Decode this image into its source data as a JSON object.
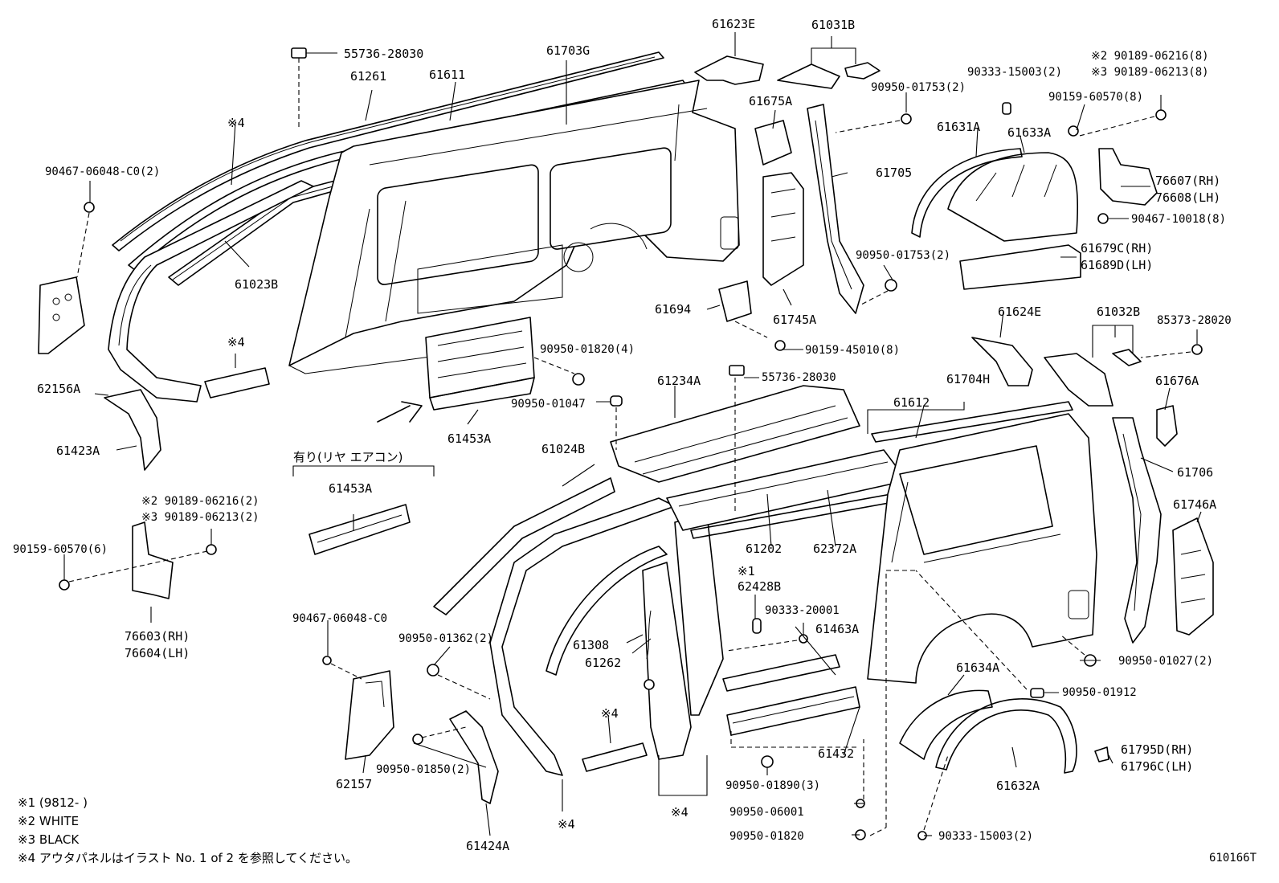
{
  "labels": [
    {
      "id": "55736-28030-top",
      "text": "55736-28030"
    },
    {
      "id": "61261",
      "text": "61261"
    },
    {
      "id": "61611",
      "text": "61611"
    },
    {
      "id": "61703G",
      "text": "61703G"
    },
    {
      "id": "61623E",
      "text": "61623E"
    },
    {
      "id": "61031B",
      "text": "61031B"
    },
    {
      "id": "90950-01753-2a",
      "text": "90950-01753(2)"
    },
    {
      "id": "90333-15003-2a",
      "text": "90333-15003(2)"
    },
    {
      "id": "90189-06216-8",
      "text": "※2 90189-06216(8)"
    },
    {
      "id": "90189-06213-8",
      "text": "※3 90189-06213(8)"
    },
    {
      "id": "90159-60570-8",
      "text": "90159-60570(8)"
    },
    {
      "id": "note4-a",
      "text": "※4"
    },
    {
      "id": "90467-06048-C0-2",
      "text": "90467-06048-C0(2)"
    },
    {
      "id": "61675A",
      "text": "61675A"
    },
    {
      "id": "61631A",
      "text": "61631A"
    },
    {
      "id": "61633A",
      "text": "61633A"
    },
    {
      "id": "61705",
      "text": "61705"
    },
    {
      "id": "76607",
      "text": "76607(RH)"
    },
    {
      "id": "76608",
      "text": "76608(LH)"
    },
    {
      "id": "90467-10018-8",
      "text": "90467-10018(8)"
    },
    {
      "id": "90950-01753-2b",
      "text": "90950-01753(2)"
    },
    {
      "id": "61679C",
      "text": "61679C(RH)"
    },
    {
      "id": "61689D",
      "text": "61689D(LH)"
    },
    {
      "id": "61023B",
      "text": "61023B"
    },
    {
      "id": "61694",
      "text": "61694"
    },
    {
      "id": "61745A",
      "text": "61745A"
    },
    {
      "id": "note4-b",
      "text": "※4"
    },
    {
      "id": "90950-01820-4",
      "text": "90950-01820(4)"
    },
    {
      "id": "90159-45010-8",
      "text": "90159-45010(8)"
    },
    {
      "id": "61624E",
      "text": "61624E"
    },
    {
      "id": "61032B",
      "text": "61032B"
    },
    {
      "id": "85373-28020",
      "text": "85373-28020"
    },
    {
      "id": "62156A",
      "text": "62156A"
    },
    {
      "id": "55736-28030-mid",
      "text": "55736-28030"
    },
    {
      "id": "61234A",
      "text": "61234A"
    },
    {
      "id": "61704H",
      "text": "61704H"
    },
    {
      "id": "61612",
      "text": "61612"
    },
    {
      "id": "61676A",
      "text": "61676A"
    },
    {
      "id": "90950-01047",
      "text": "90950-01047"
    },
    {
      "id": "61423A",
      "text": "61423A"
    },
    {
      "id": "61453A-a",
      "text": "61453A"
    },
    {
      "id": "61024B",
      "text": "61024B"
    },
    {
      "id": "aircon-note",
      "text": "有り(リヤ エアコン)"
    },
    {
      "id": "61706",
      "text": "61706"
    },
    {
      "id": "61453A-b",
      "text": "61453A"
    },
    {
      "id": "61746A",
      "text": "61746A"
    },
    {
      "id": "90189-06216-2",
      "text": "※2 90189-06216(2)"
    },
    {
      "id": "90189-06213-2",
      "text": "※3 90189-06213(2)"
    },
    {
      "id": "61202",
      "text": "61202"
    },
    {
      "id": "62372A",
      "text": "62372A"
    },
    {
      "id": "90159-60570-6",
      "text": "90159-60570(6)"
    },
    {
      "id": "note1",
      "text": "※1"
    },
    {
      "id": "62428B",
      "text": "62428B"
    },
    {
      "id": "90467-06048-C0",
      "text": "90467-06048-C0"
    },
    {
      "id": "90333-20001",
      "text": "90333-20001"
    },
    {
      "id": "61463A",
      "text": "61463A"
    },
    {
      "id": "76603",
      "text": "76603(RH)"
    },
    {
      "id": "76604",
      "text": "76604(LH)"
    },
    {
      "id": "90950-01362-2",
      "text": "90950-01362(2)"
    },
    {
      "id": "61308",
      "text": "61308"
    },
    {
      "id": "61262",
      "text": "61262"
    },
    {
      "id": "90950-01027-2",
      "text": "90950-01027(2)"
    },
    {
      "id": "61634A",
      "text": "61634A"
    },
    {
      "id": "90950-01912",
      "text": "90950-01912"
    },
    {
      "id": "note4-c",
      "text": "※4"
    },
    {
      "id": "62157",
      "text": "62157"
    },
    {
      "id": "90950-01850-2",
      "text": "90950-01850(2)"
    },
    {
      "id": "61432",
      "text": "61432"
    },
    {
      "id": "90950-01890-3",
      "text": "90950-01890(3)"
    },
    {
      "id": "61795D",
      "text": "61795D(RH)"
    },
    {
      "id": "61796C",
      "text": "61796C(LH)"
    },
    {
      "id": "61632A",
      "text": "61632A"
    },
    {
      "id": "note4-d",
      "text": "※4"
    },
    {
      "id": "90950-06001",
      "text": "90950-06001"
    },
    {
      "id": "note4-e",
      "text": "※4"
    },
    {
      "id": "61424A",
      "text": "61424A"
    },
    {
      "id": "90950-01820",
      "text": "90950-01820"
    },
    {
      "id": "90333-15003-2b",
      "text": "90333-15003(2)"
    }
  ],
  "footnotes": [
    {
      "id": "fn1",
      "text": "※1 (9812-      )"
    },
    {
      "id": "fn2",
      "text": "※2 WHITE"
    },
    {
      "id": "fn3",
      "text": "※3 BLACK"
    },
    {
      "id": "fn4",
      "text": "※4 アウタパネルはイラスト No. 1 of 2 を参照してください。"
    }
  ],
  "figure_code": "610166T"
}
